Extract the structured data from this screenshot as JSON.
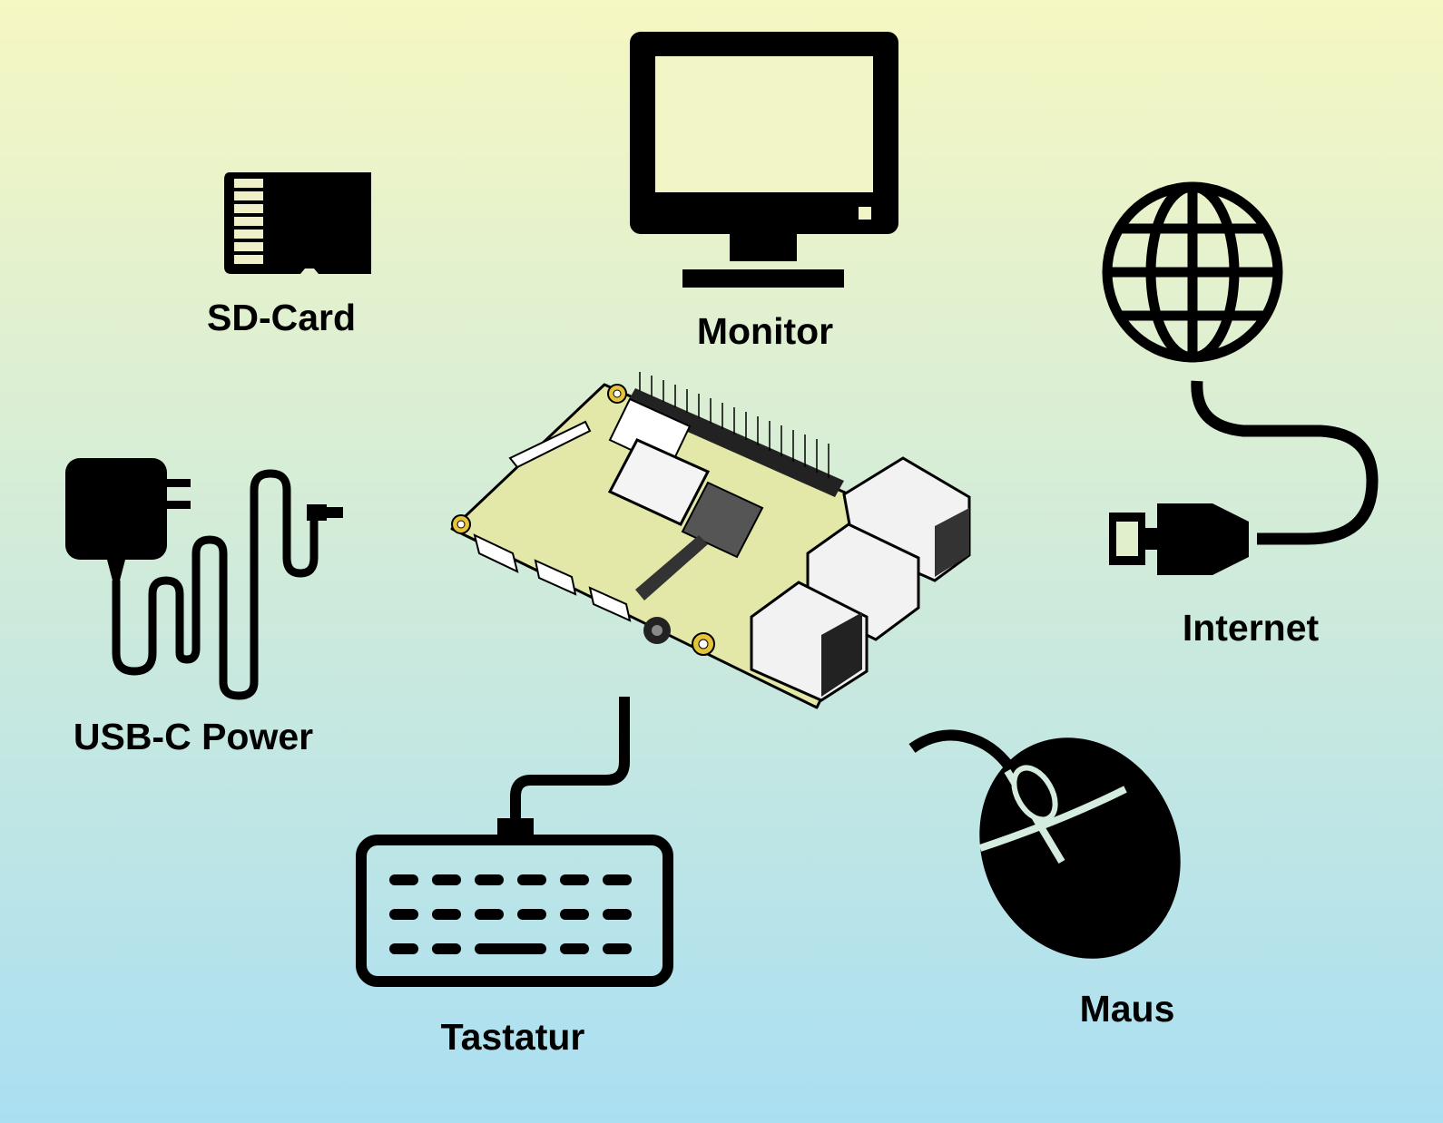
{
  "colors": {
    "background_top": "#f6f7c2",
    "background_bottom": "#aadff2",
    "icon": "#000000",
    "board": "#e3e8a8",
    "mount_hole": "#e5c43a"
  },
  "center": {
    "icon": "raspberry-pi-board-icon"
  },
  "peripherals": {
    "sd_card": {
      "label": "SD-Card",
      "icon": "sd-card-icon"
    },
    "monitor": {
      "label": "Monitor",
      "icon": "monitor-icon"
    },
    "internet": {
      "label": "Internet",
      "icon": "globe-ethernet-icon"
    },
    "power": {
      "label": "USB-C Power",
      "icon": "power-adapter-icon"
    },
    "keyboard": {
      "label": "Tastatur",
      "icon": "keyboard-icon"
    },
    "mouse": {
      "label": "Maus",
      "icon": "mouse-icon"
    }
  }
}
